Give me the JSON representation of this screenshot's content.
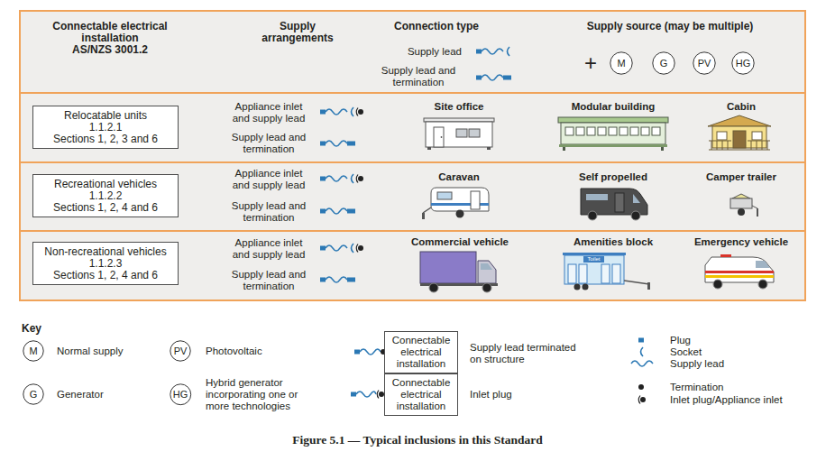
{
  "diagram": {
    "caption": "Figure 5.1 — Typical inclusions in this Standard",
    "nodes": [
      {
        "text": [
          "M"
        ]
      },
      {
        "text": [
          "G"
        ]
      },
      {
        "text": [
          "PV"
        ]
      },
      {
        "text": [
          "HG"
        ]
      },
      {
        "text": [
          "Relocatable units",
          "1.1.2.1",
          "Sections 1, 2, 3 and 6"
        ]
      },
      {
        "text": [
          "Recreational vehicles",
          "1.1.2.2",
          "Sections 1, 2, 4 and 6"
        ]
      },
      {
        "text": [
          "Non-recreational vehicles",
          "1.1.2.3",
          "Sections 1, 2, 4 and 6"
        ]
      },
      {
        "text": [
          "M"
        ]
      },
      {
        "text": [
          "PV"
        ]
      },
      {
        "text": [
          "Connectable electrical installation"
        ]
      },
      {
        "text": [
          "G"
        ]
      },
      {
        "text": [
          "HG"
        ]
      },
      {
        "text": [
          "Connectable electrical installation"
        ]
      }
    ],
    "labels": [
      "Connectable electrical installation",
      "AS/NZS 3001.2",
      "Supply arrangements",
      "Connection type",
      "Supply lead",
      "Supply lead and termination",
      "Supply source (may be multiple)",
      "+",
      "Appliance inlet and supply lead",
      "Supply lead and termination",
      "Site office",
      "Modular building",
      "Cabin",
      "Appliance inlet and supply lead",
      "Supply lead and termination",
      "Caravan",
      "Self propelled",
      "Camper trailer",
      "Appliance inlet and supply lead",
      "Supply lead and termination",
      "Commercial vehicle",
      "Amenities block",
      "Emergency vehicle",
      "Toilet",
      "Key"
    ],
    "legend": [
      {
        "text": "Normal supply"
      },
      {
        "text": "Photovoltaic"
      },
      {
        "text": "Supply lead terminated on structure"
      },
      {
        "text": "Plug"
      },
      {
        "text": "Socket"
      },
      {
        "text": "Supply lead"
      },
      {
        "text": "Generator"
      },
      {
        "text": "Hybrid generator incorporating one or more technologies"
      },
      {
        "text": "Inlet plug"
      },
      {
        "text": "Termination"
      },
      {
        "text": "Inlet plug/Appliance inlet"
      }
    ]
  }
}
